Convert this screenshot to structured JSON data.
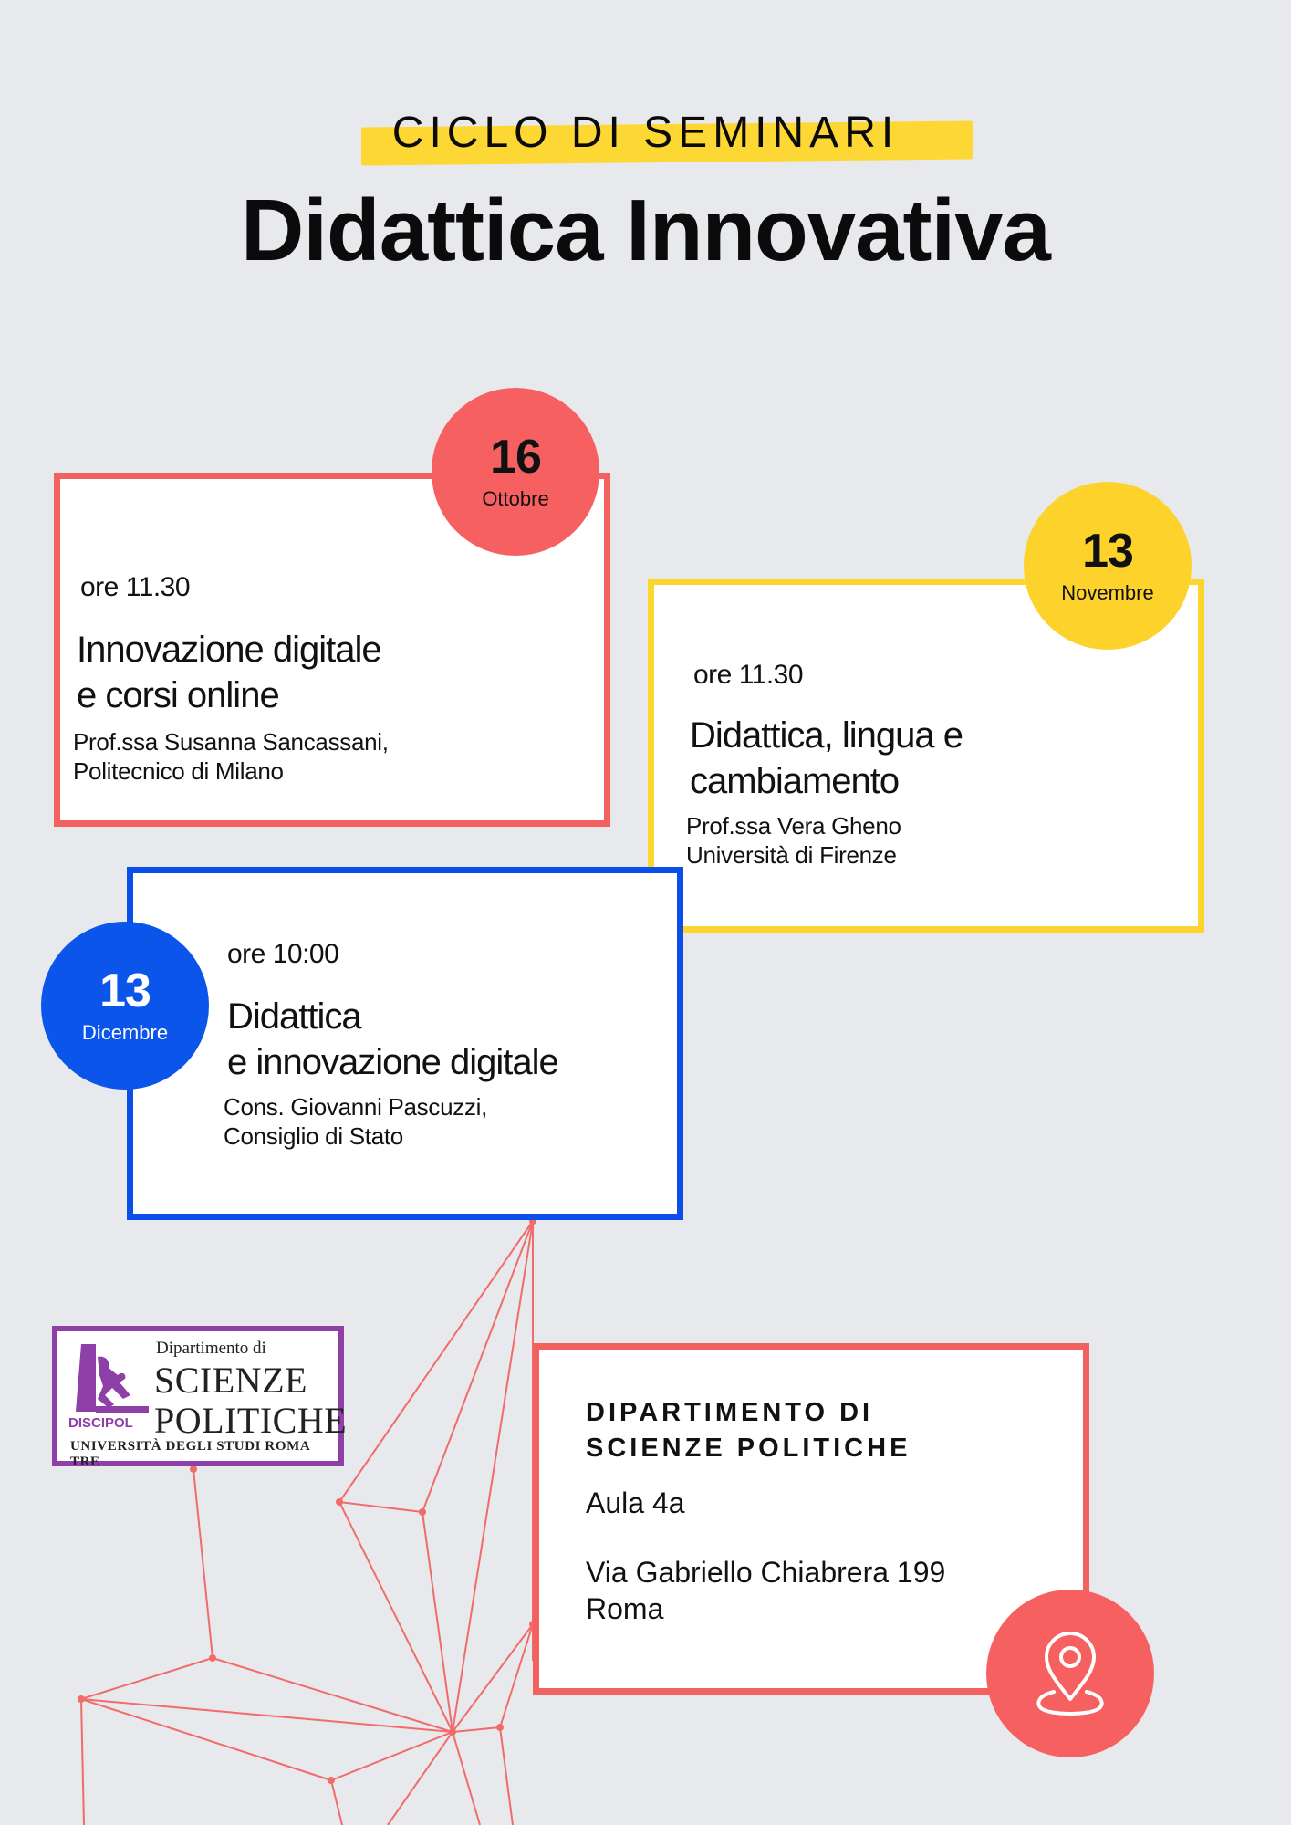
{
  "header": {
    "kicker": "CICLO DI SEMINARI",
    "title": "Didattica Innovativa"
  },
  "events": [
    {
      "day": "16",
      "month": "Ottobre",
      "time": "ore 11.30",
      "title_line1": "Innovazione digitale",
      "title_line2": "e corsi online",
      "speaker_line1": "Prof.ssa Susanna Sancassani,",
      "speaker_line2": "Politecnico di Milano",
      "color": "#f76060"
    },
    {
      "day": "13",
      "month": "Novembre",
      "time": "ore 11.30",
      "title_line1": "Didattica, lingua e",
      "title_line2": "cambiamento",
      "speaker_line1": "Prof.ssa Vera Gheno",
      "speaker_line2": "Università di Firenze",
      "color": "#fdd22b"
    },
    {
      "day": "13",
      "month": "Dicembre",
      "time": "ore 10:00",
      "title_line1": "Didattica",
      "title_line2": "e innovazione digitale",
      "speaker_line1": "Cons. Giovanni Pascuzzi,",
      "speaker_line2": "Consiglio di Stato",
      "color": "#0b55ea"
    }
  ],
  "venue": {
    "name_line1": "DIPARTIMENTO DI",
    "name_line2": "SCIENZE POLITICHE",
    "room": "Aula 4a",
    "address_line1": "Via Gabriello Chiabrera 199",
    "address_line2": "Roma",
    "icon": "location-pin-icon"
  },
  "logo": {
    "small": "Dipartimento di",
    "big1": "SCIENZE",
    "big2": "POLITICHE",
    "university": "UNIVERSITÀ DEGLI STUDI ROMA TRE",
    "acronym": "DISCIPOL"
  },
  "colors": {
    "background": "#e8e9ec",
    "red": "#f26060",
    "yellow": "#fcd62c",
    "blue": "#0b4fea",
    "purple": "#8e3fa8"
  }
}
